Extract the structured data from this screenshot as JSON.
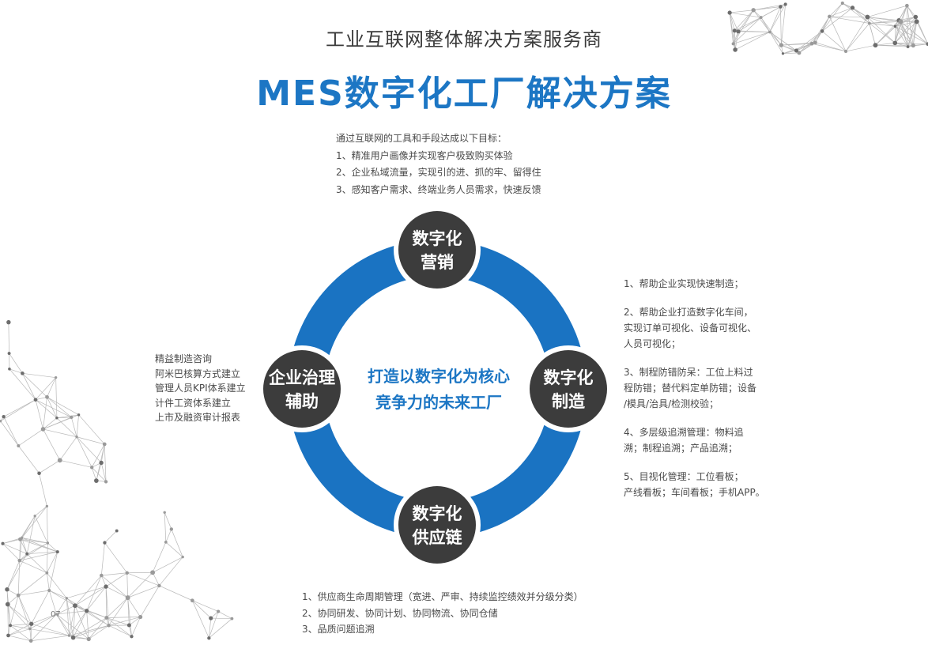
{
  "header": {
    "subtitle": "工业互联网整体解决方案服务商",
    "title": "MES数字化工厂解决方案"
  },
  "top_goals": [
    "通过互联网的工具和手段达成以下目标：",
    "1、精准用户画像并实现客户极致购买体验",
    "2、企业私域流量，实现引的进、抓的牢、留得住",
    "3、感知客户需求、终端业务人员需求，快速反馈"
  ],
  "left_list": [
    "精益制造咨询",
    "阿米巴核算方式建立",
    "管理人员KPI体系建立",
    "计件工资体系建立",
    "上市及融资审计报表"
  ],
  "right_list": [
    [
      "1、帮助企业实现快速制造；"
    ],
    [
      "2、帮助企业打造数字化车间，",
      "实现订单可视化、设备可视化、",
      "人员可视化；"
    ],
    [
      "3、制程防错防呆：工位上料过",
      "程防错；替代料定单防错；设备",
      "/模具/治具/检测校验；"
    ],
    [
      "4、多层级追溯管理：物料追",
      "溯；制程追溯；产品追溯；"
    ],
    [
      "5、目视化管理：工位看板；",
      "产线看板；车间看板；手机APP。"
    ]
  ],
  "bottom_list": [
    "1、供应商生命周期管理（宽进、严审、持续监控绩效并分级分类）",
    "2、协同研发、协同计划、协同物流、协同仓储",
    "3、品质问题追溯"
  ],
  "nodes": {
    "top": [
      "数字化",
      "营销"
    ],
    "left": [
      "企业治理",
      "辅助"
    ],
    "right": [
      "数字化",
      "制造"
    ],
    "bottom": [
      "数字化",
      "供应链"
    ]
  },
  "center": [
    "打造以数字化为核心",
    "竞争力的未来工厂"
  ],
  "page_number": "07",
  "colors": {
    "accent": "#1c76c4",
    "ring": "#1a73c2",
    "node": "#3c3c3c"
  }
}
